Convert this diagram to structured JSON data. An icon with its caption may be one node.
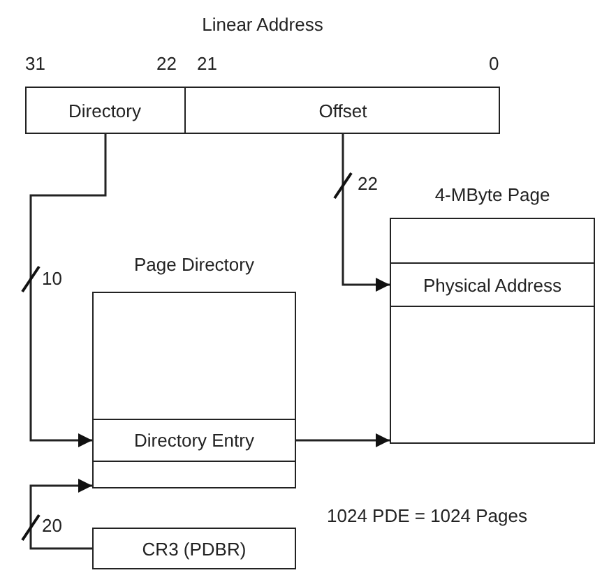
{
  "diagram": {
    "nodes": [
      {
        "text": [
          "Linear Address"
        ]
      },
      {
        "text": [
          "Directory"
        ],
        "in": 0
      },
      {
        "text": [
          "Offset"
        ],
        "in": 0
      },
      {
        "text": [
          "Page Directory"
        ]
      },
      {
        "text": [
          "Directory Entry"
        ],
        "in": 3
      },
      {
        "text": [
          "4-MByte Page"
        ]
      },
      {
        "text": [
          "Physical Address"
        ],
        "in": 5
      },
      {
        "text": [
          "CR3 (PDBR)"
        ]
      }
    ],
    "edges": [
      {
        "from": 1,
        "to": 4,
        "arrow": "to",
        "label": "10"
      },
      {
        "from": 2,
        "to": 6,
        "arrow": "to",
        "label": "22"
      },
      {
        "from": 4,
        "to": 5,
        "arrow": "to"
      },
      {
        "from": 7,
        "to": 3,
        "arrow": "to",
        "label": "20"
      }
    ],
    "labels": [
      "31",
      "22",
      "21",
      "0",
      "1024 PDE = 1024 Pages"
    ]
  }
}
